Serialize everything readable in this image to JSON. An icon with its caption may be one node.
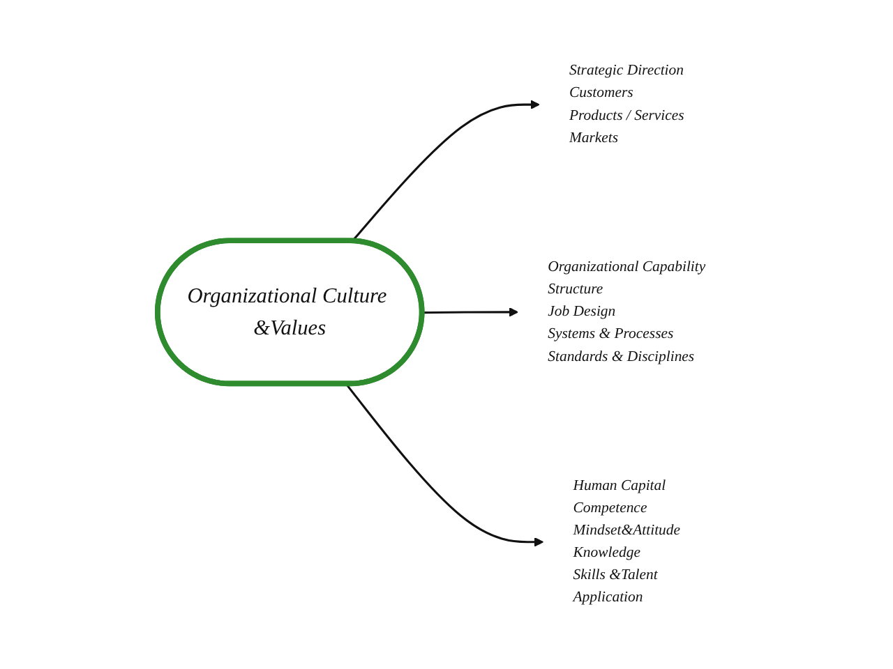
{
  "diagram": {
    "nodes": [
      {
        "text": [
          "Organizational Culture &Values"
        ]
      },
      {
        "text": [
          "Strategic Direction",
          "Customers",
          "Products / Services",
          "Markets"
        ]
      },
      {
        "text": [
          "Organizational Capability",
          "Structure",
          "Job Design",
          "Systems  & Processes",
          "Standards  & Disciplines"
        ]
      },
      {
        "text": [
          "Human Capital",
          "Competence",
          "Mindset&Attitude",
          "Knowledge",
          "Skills &Talent",
          "Application"
        ]
      }
    ],
    "edges": [
      {
        "from": 0,
        "to": 1,
        "arrow": "to"
      },
      {
        "from": 0,
        "to": 2,
        "arrow": "to"
      },
      {
        "from": 0,
        "to": 3,
        "arrow": "to"
      }
    ]
  }
}
